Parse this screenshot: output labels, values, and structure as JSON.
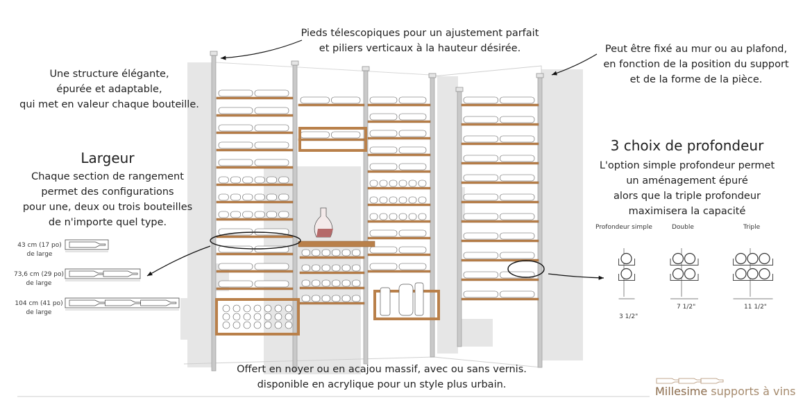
{
  "top_center": {
    "lines": [
      "Pieds télescopiques pour un ajustement parfait",
      "et piliers verticaux à la hauteur désirée."
    ]
  },
  "top_left": {
    "lines": [
      "Une structure élégante,",
      "épurée et adaptable,",
      "qui met en valeur chaque bouteille."
    ]
  },
  "top_right": {
    "lines": [
      "Peut être fixé au mur ou au plafond,",
      "en fonction de la position du support",
      "et de la forme de la pièce."
    ]
  },
  "width_section": {
    "heading": "Largeur",
    "lines": [
      "Chaque section de rangement",
      "permet des configurations",
      "pour une, deux ou trois bouteilles",
      "de n'importe quel type."
    ],
    "options": [
      {
        "size": "43 cm (17 po)",
        "suffix": "de large"
      },
      {
        "size": "73,6 cm (29 po)",
        "suffix": "de large"
      },
      {
        "size": "104 cm (41 po)",
        "suffix": "de large"
      }
    ]
  },
  "depth_section": {
    "heading": "3 choix de profondeur",
    "lines": [
      "L'option simple profondeur permet",
      "un aménagement épuré",
      "alors que la triple profondeur",
      "maximisera la capacité"
    ],
    "options": [
      {
        "label": "Profondeur simple",
        "dimension": "3 1/2\""
      },
      {
        "label": "Double",
        "dimension": "7 1/2\""
      },
      {
        "label": "Triple",
        "dimension": "11 1/2\""
      }
    ]
  },
  "bottom_center": {
    "lines": [
      "Offert en noyer ou en acajou massif, avec ou sans vernis.",
      "disponible en acrylique pour un style plus urbain."
    ]
  },
  "logo": {
    "brand": "Millesime",
    "tagline": "supports à vins"
  },
  "colors": {
    "wood": "#b9804a",
    "wood_light": "#d9a878",
    "metal": "#c9c9c9",
    "wall": "#e6e6e6",
    "text": "#1e1e1e",
    "brand": "#8a6a4a"
  }
}
